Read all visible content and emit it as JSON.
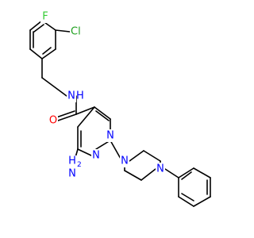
{
  "colors": {
    "background": "#ffffff",
    "bond": "#000000",
    "nitrogen": "#0000ff",
    "oxygen": "#ff0000",
    "fluorine": "#33cc33",
    "chlorine": "#1fa01f"
  },
  "labels": {
    "fluorine": "F",
    "chlorine": "Cl",
    "amide_nh": "N",
    "amide_h": "H",
    "carbonyl_o": "O",
    "amino_nh2": "H2N",
    "amino_h2": "H",
    "amino_sub": "2",
    "amino_n": "N",
    "pyrimidine_n1": "N",
    "pyrimidine_n3": "N",
    "piperazine_n1": "N",
    "piperazine_n4": "N"
  }
}
